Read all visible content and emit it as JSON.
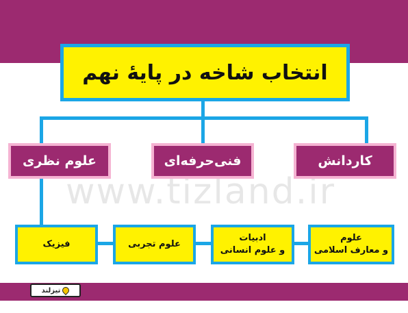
{
  "title": "انتخاب شاخه در پایهٔ نهم",
  "branches": [
    {
      "label": "کاردانش"
    },
    {
      "label": "فنی‌حرفه‌ای"
    },
    {
      "label": "علوم نظری"
    }
  ],
  "fields": [
    {
      "lines": [
        "علوم",
        "و معارف اسلامی"
      ]
    },
    {
      "lines": [
        "ادبیات",
        "و علوم انسانی"
      ]
    },
    {
      "lines": [
        "علوم تجربی"
      ]
    },
    {
      "lines": [
        "فیزیک"
      ]
    }
  ],
  "watermark": "www.tizland.ir",
  "logo_text": "تیزلند",
  "colors": {
    "band": "#9c2a70",
    "title_fill": "#fff200",
    "connector": "#1ba6e6",
    "branch_fill": "#9c2a70",
    "branch_border": "#f5b3d2"
  }
}
